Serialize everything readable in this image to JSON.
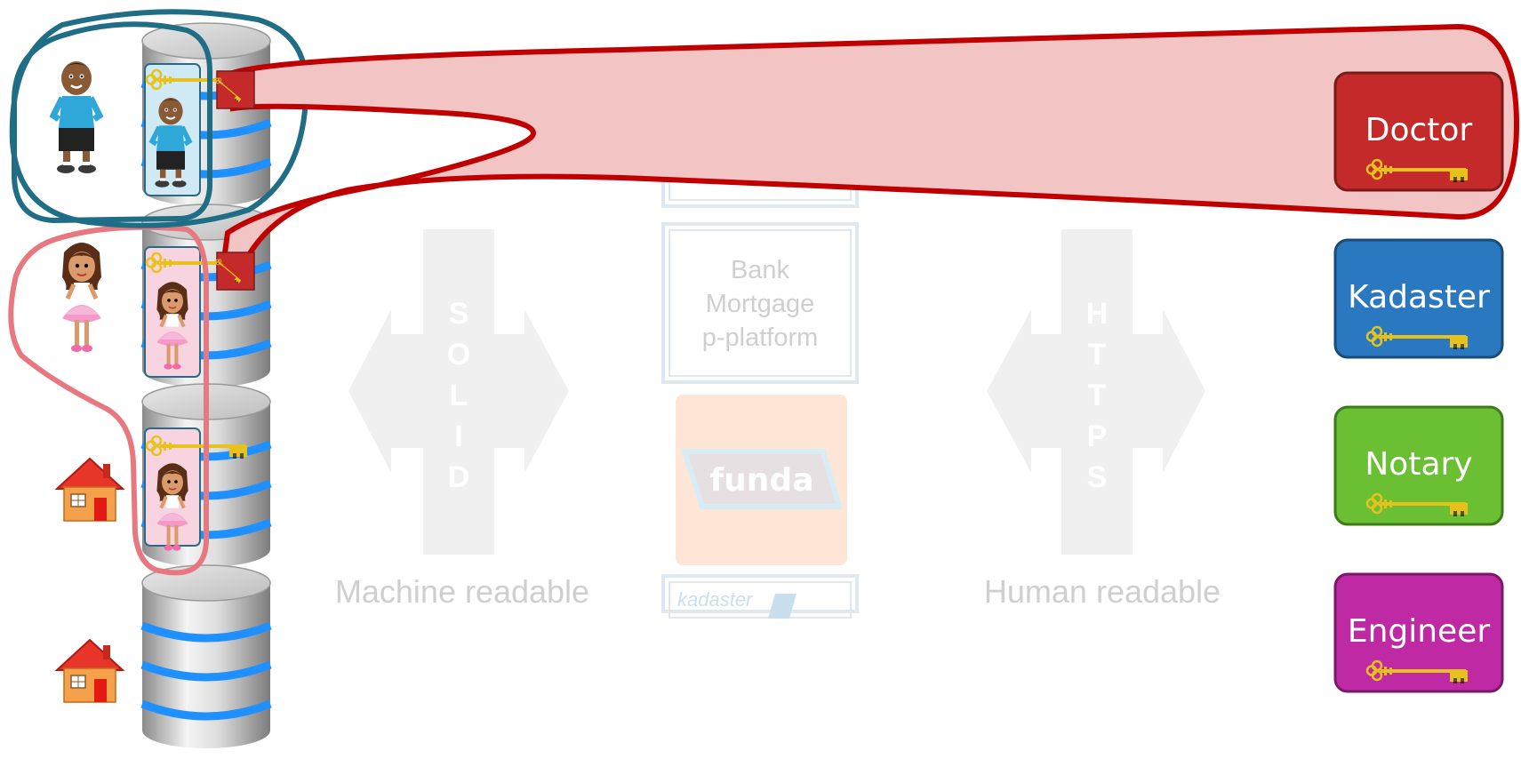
{
  "left_arrow": {
    "label": "Machine readable",
    "letters": [
      "S",
      "O",
      "L",
      "I",
      "D"
    ]
  },
  "right_arrow": {
    "label": "Human readable",
    "letters": [
      "H",
      "T",
      "T",
      "P",
      "S"
    ]
  },
  "center_column": {
    "bank_lines": [
      "Bank",
      "Mortgage",
      "p-platform"
    ],
    "funda": "funda",
    "kadaster": "kadaster"
  },
  "roles": [
    {
      "label": "Doctor",
      "color": "#c42a2a",
      "border": "#7a1a1a"
    },
    {
      "label": "Kadaster",
      "color": "#2a78bf",
      "border": "#1a4a78"
    },
    {
      "label": "Notary",
      "color": "#6abf32",
      "border": "#3c7a1a"
    },
    {
      "label": "Engineer",
      "color": "#bf2aa4",
      "border": "#781a68"
    }
  ],
  "colors": {
    "teal_outline": "#1f6e85",
    "pink_outline": "#e87880",
    "access_band_fill": "#f2c4c4",
    "access_band_stroke": "#c00000",
    "db_stripe": "#1e90ff",
    "key_gold": "#e8c21c"
  }
}
